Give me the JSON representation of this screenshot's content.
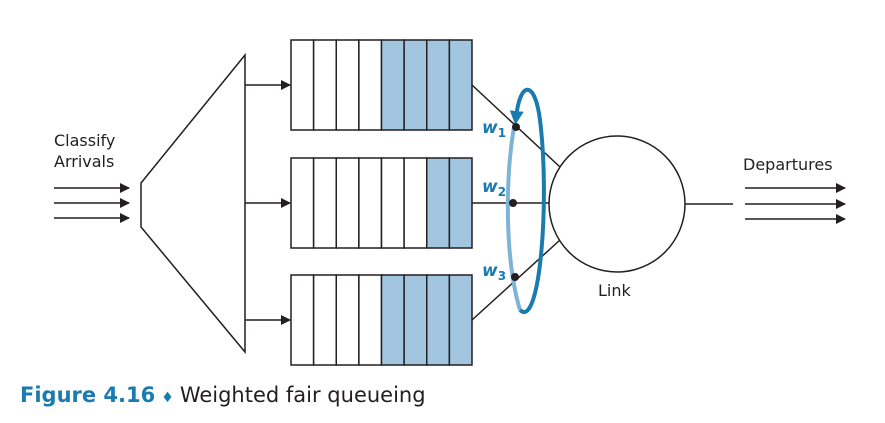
{
  "figure": {
    "number_label": "Figure 4.16",
    "separator": "♦",
    "title": "Weighted fair queueing"
  },
  "labels": {
    "classify_line1": "Classify",
    "classify_line2": "Arrivals",
    "departures": "Departures",
    "link": "Link"
  },
  "weights": [
    {
      "symbol": "w",
      "sub": "1"
    },
    {
      "symbol": "w",
      "sub": "2"
    },
    {
      "symbol": "w",
      "sub": "3"
    }
  ],
  "queues": [
    {
      "name": "queue-1",
      "cells": 8,
      "filled": 4
    },
    {
      "name": "queue-2",
      "cells": 8,
      "filled": 2
    },
    {
      "name": "queue-3",
      "cells": 8,
      "filled": 4
    }
  ],
  "colors": {
    "filled_cell": "#a3c6e0",
    "accent": "#1a7bb0",
    "ring_light": "#7fb3d6",
    "stroke": "#231f20"
  }
}
